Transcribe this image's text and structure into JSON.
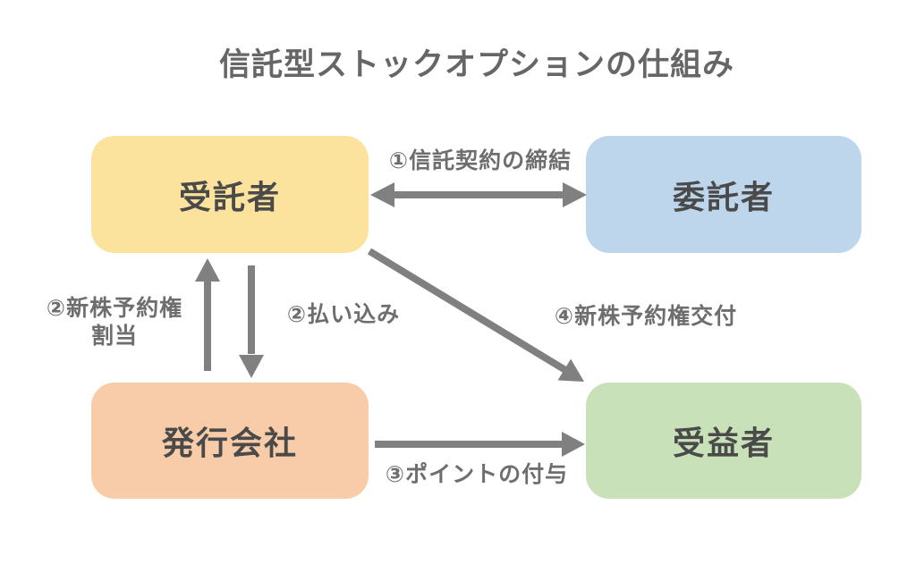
{
  "title": "信託型ストックオプションの仕組み",
  "colors": {
    "background": "#ffffff",
    "box_yellow": "#fbe29d",
    "box_blue": "#bdd6ec",
    "box_orange": "#f8cca8",
    "box_green": "#c8e1b9",
    "box_text": "#4a4a4a",
    "title_gray": "#666666",
    "label_gray": "#6e6e6e",
    "arrow_gray": "#808080"
  },
  "boxes": {
    "trustee": {
      "label": "受託者"
    },
    "settlor": {
      "label": "委託者"
    },
    "issuer": {
      "label": "発行会社"
    },
    "beneficiary": {
      "label": "受益者"
    }
  },
  "arrows": {
    "trust_contract": {
      "label": "①信託契約の締結",
      "from": "受託者",
      "to": "委託者",
      "direction": "bidirectional-horizontal"
    },
    "warrant_allotment": {
      "label_line1": "②新株予約権",
      "label_line2": "割当",
      "from": "発行会社",
      "to": "受託者",
      "direction": "up"
    },
    "payment": {
      "label": "②払い込み",
      "from": "受託者",
      "to": "発行会社",
      "direction": "down"
    },
    "point_grant": {
      "label": "③ポイントの付与",
      "from": "発行会社",
      "to": "受益者",
      "direction": "right"
    },
    "warrant_delivery": {
      "label": "④新株予約権交付",
      "from": "受託者",
      "to": "受益者",
      "direction": "diagonal-down-right"
    }
  }
}
